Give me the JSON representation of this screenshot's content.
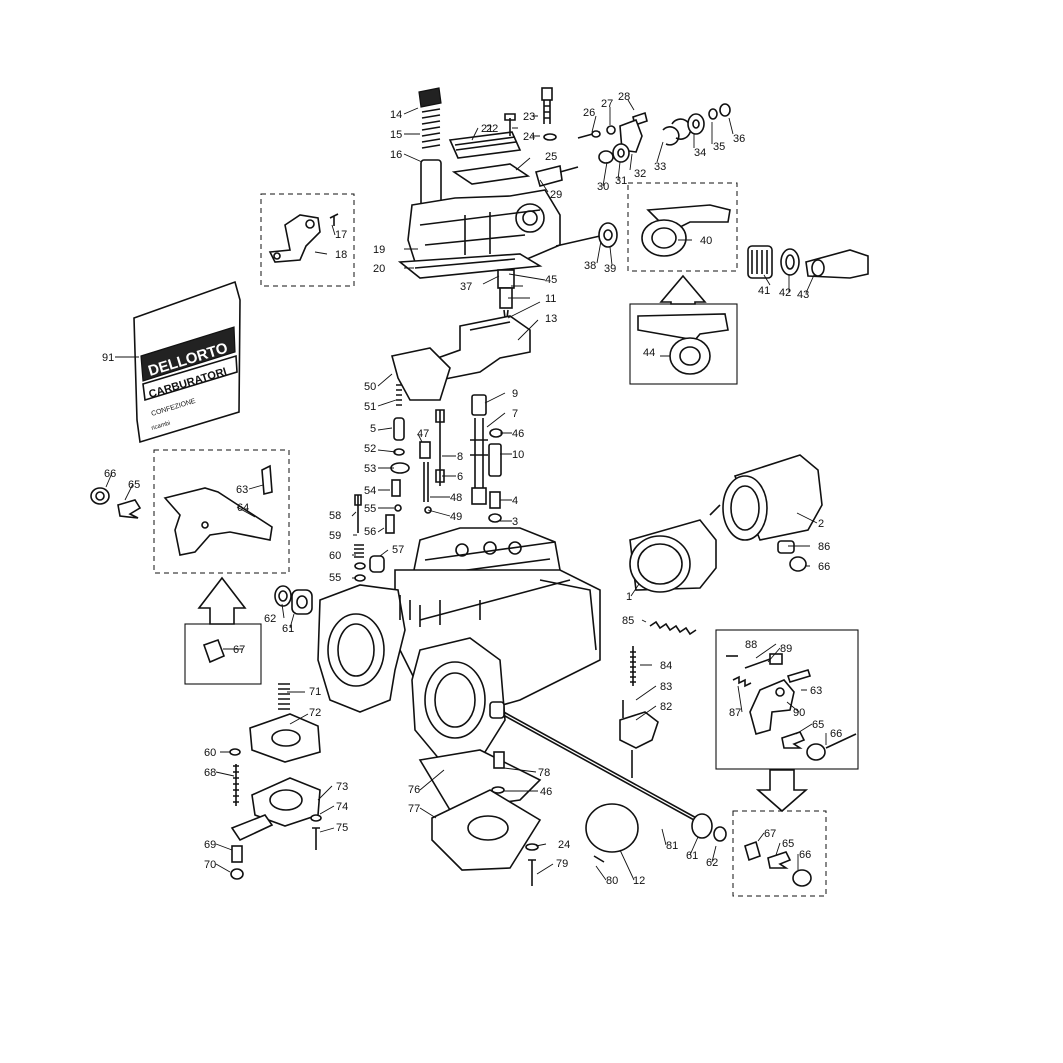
{
  "bag": {
    "brand": "DELLORTO",
    "subtitle": "CARBURATORI",
    "line1": "CONFEZIONE",
    "line2": "ricambi"
  },
  "labels": [
    "1",
    "2",
    "3",
    "4",
    "5",
    "6",
    "7",
    "8",
    "9",
    "10",
    "11",
    "12",
    "13",
    "14",
    "15",
    "16",
    "17",
    "18",
    "19",
    "20",
    "21",
    "22",
    "23",
    "24",
    "25",
    "26",
    "27",
    "28",
    "29",
    "30",
    "31",
    "32",
    "33",
    "34",
    "35",
    "36",
    "37",
    "38",
    "39",
    "40",
    "41",
    "42",
    "43",
    "44",
    "45",
    "46",
    "47",
    "48",
    "49",
    "50",
    "51",
    "52",
    "53",
    "54",
    "55",
    "56",
    "57",
    "58",
    "59",
    "60",
    "61",
    "62",
    "63",
    "64",
    "65",
    "66",
    "67",
    "68",
    "69",
    "70",
    "71",
    "72",
    "73",
    "74",
    "75",
    "76",
    "77",
    "78",
    "79",
    "80",
    "81",
    "82",
    "83",
    "84",
    "85",
    "86",
    "87",
    "88",
    "89",
    "90",
    "91"
  ]
}
